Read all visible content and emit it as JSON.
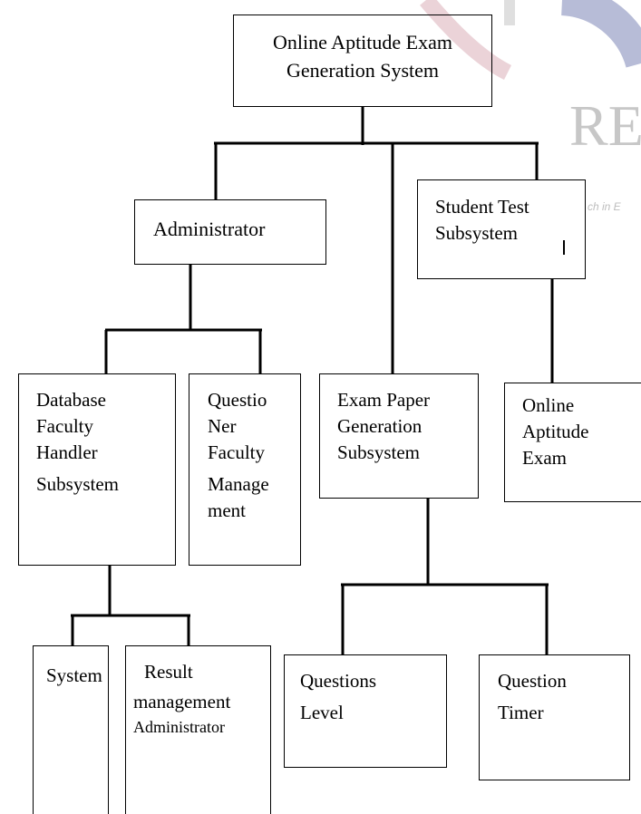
{
  "diagram": {
    "root": {
      "lines": [
        "Online Aptitude Exam",
        "Generation System"
      ]
    },
    "administrator": {
      "lines": [
        "Administrator"
      ]
    },
    "student_test": {
      "lines": [
        "Student Test",
        "Subsystem"
      ]
    },
    "database_faculty": {
      "lines": [
        "Database",
        "Faculty",
        "Handler",
        "Subsystem"
      ]
    },
    "questioner_faculty": {
      "lines": [
        "Questio",
        "Ner",
        "Faculty",
        "Manage",
        "ment"
      ]
    },
    "exam_paper": {
      "lines": [
        "Exam Paper",
        "Generation",
        "Subsystem"
      ]
    },
    "online_exam": {
      "lines": [
        "Online",
        "Aptitude",
        "Exam"
      ]
    },
    "system": {
      "lines": [
        "System"
      ]
    },
    "result_management": {
      "lines": [
        "Result",
        "management",
        "Administrator"
      ]
    },
    "questions_level": {
      "lines": [
        "Questions",
        "Level"
      ]
    },
    "question_timer": {
      "lines": [
        "Question",
        "Timer"
      ]
    }
  },
  "watermark": {
    "letters": "RE",
    "tagline": "ch in E",
    "colors": {
      "red": "#d9b3ba",
      "blue": "#9fa6c9"
    }
  }
}
